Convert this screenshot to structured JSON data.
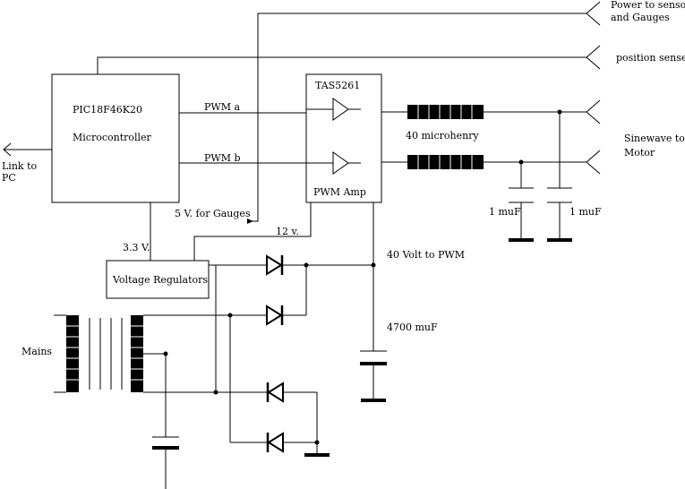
{
  "labels": {
    "power_to_sensor": "Power to sensor",
    "and_gauges": "and Gauges",
    "position_sense": "position sense",
    "mcu_part": "PIC18F46K20",
    "mcu_name": "Microcontroller",
    "link_to": "Link to",
    "pc": "PC",
    "pwm_a": "PWM a",
    "pwm_b": "PWM b",
    "amp_part": "TAS5261",
    "amp_name": "PWM Amp",
    "inductor": "40 microhenry",
    "sinewave_to": "Sinewave to",
    "motor": "Motor",
    "cap1": "1 muF",
    "cap2": "1 muF",
    "five_v": "5 V. for Gauges",
    "twelve_v": "12 v.",
    "three_v": "3.3 V.",
    "regulators": "Voltage Regulators",
    "forty_v": "40 Volt to PWM",
    "bulk_cap": "4700 muF",
    "mains": "Mains"
  }
}
